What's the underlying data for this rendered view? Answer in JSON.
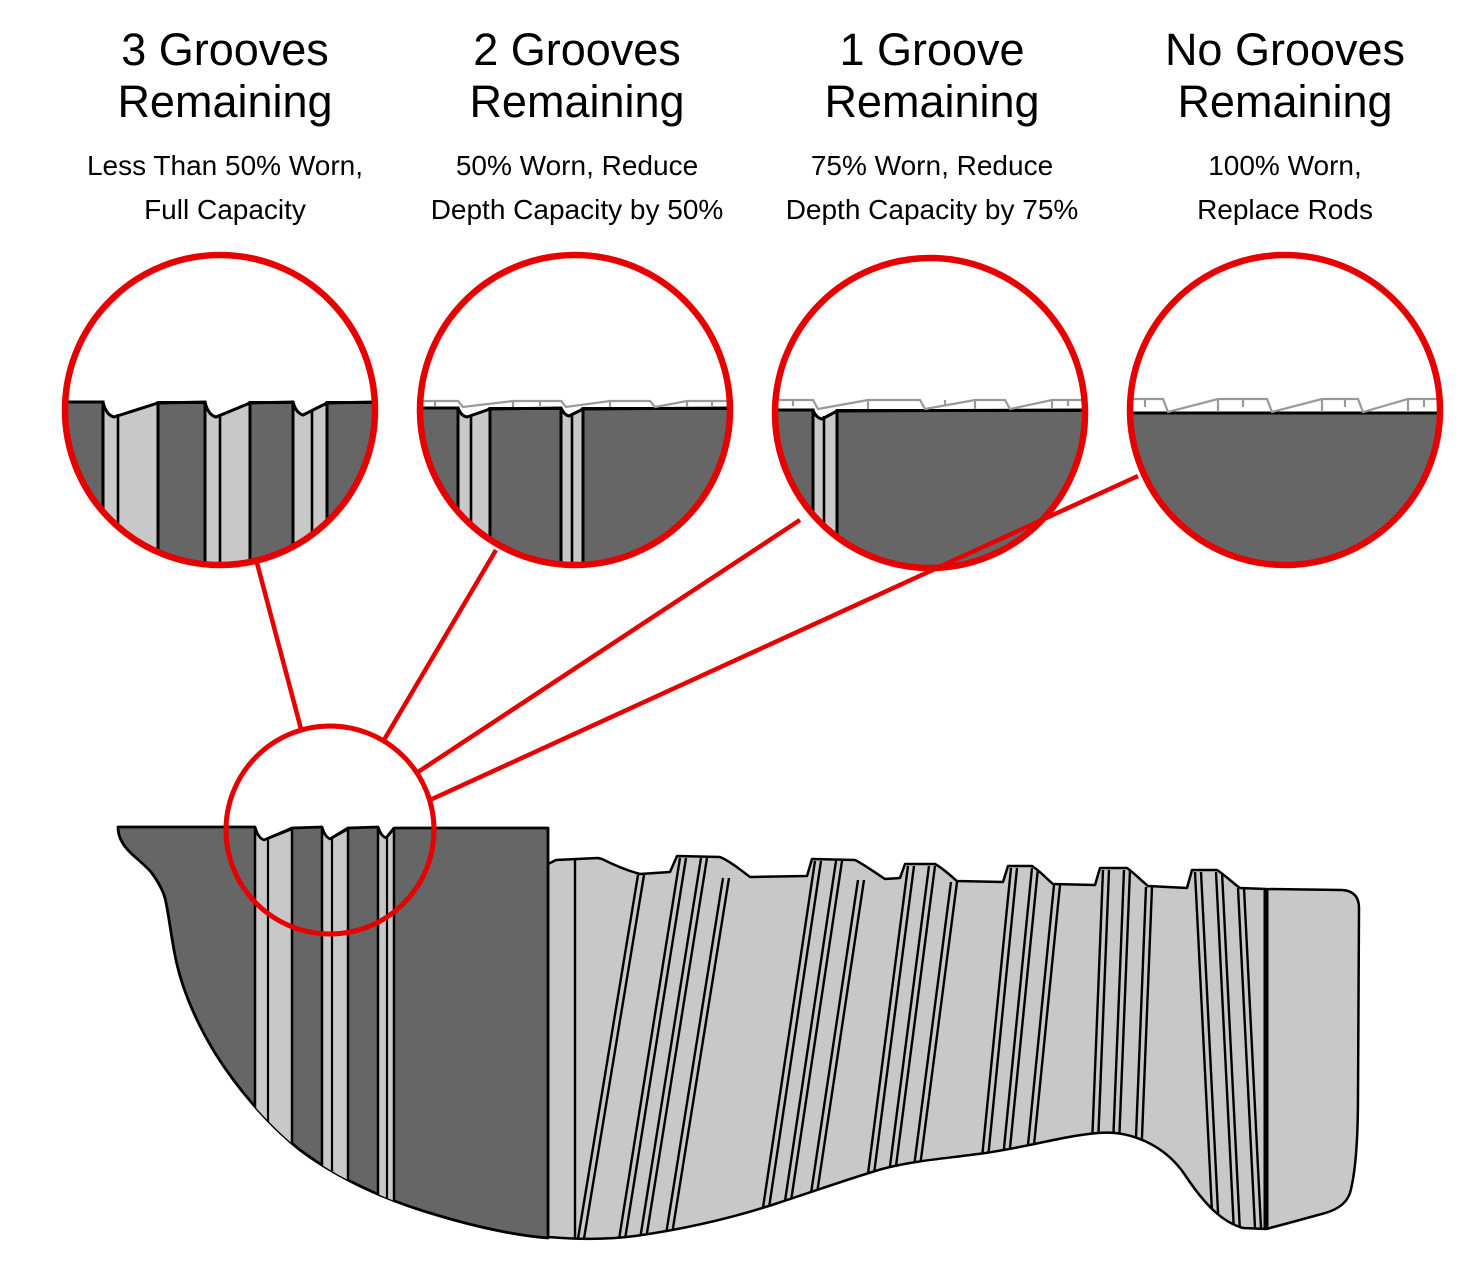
{
  "stages": [
    {
      "title_line1": "3 Grooves",
      "title_line2": "Remaining",
      "subtitle_line1": "Less Than 50% Worn,",
      "subtitle_line2": "Full Capacity",
      "grooves_remaining": 3
    },
    {
      "title_line1": "2 Grooves",
      "title_line2": "Remaining",
      "subtitle_line1": "50% Worn, Reduce",
      "subtitle_line2": "Depth Capacity by 50%",
      "grooves_remaining": 2
    },
    {
      "title_line1": "1 Groove",
      "title_line2": "Remaining",
      "subtitle_line1": "75% Worn, Reduce",
      "subtitle_line2": "Depth Capacity by 75%",
      "grooves_remaining": 1
    },
    {
      "title_line1": "No Grooves",
      "title_line2": "Remaining",
      "subtitle_line1": "100% Worn,",
      "subtitle_line2": "Replace Rods",
      "grooves_remaining": 0
    }
  ],
  "colors": {
    "callout_red": "#e60000",
    "steel_dark": "#666666",
    "steel_light": "#c8c8c8",
    "ghost_gray": "#999999",
    "outline_black": "#000000"
  }
}
